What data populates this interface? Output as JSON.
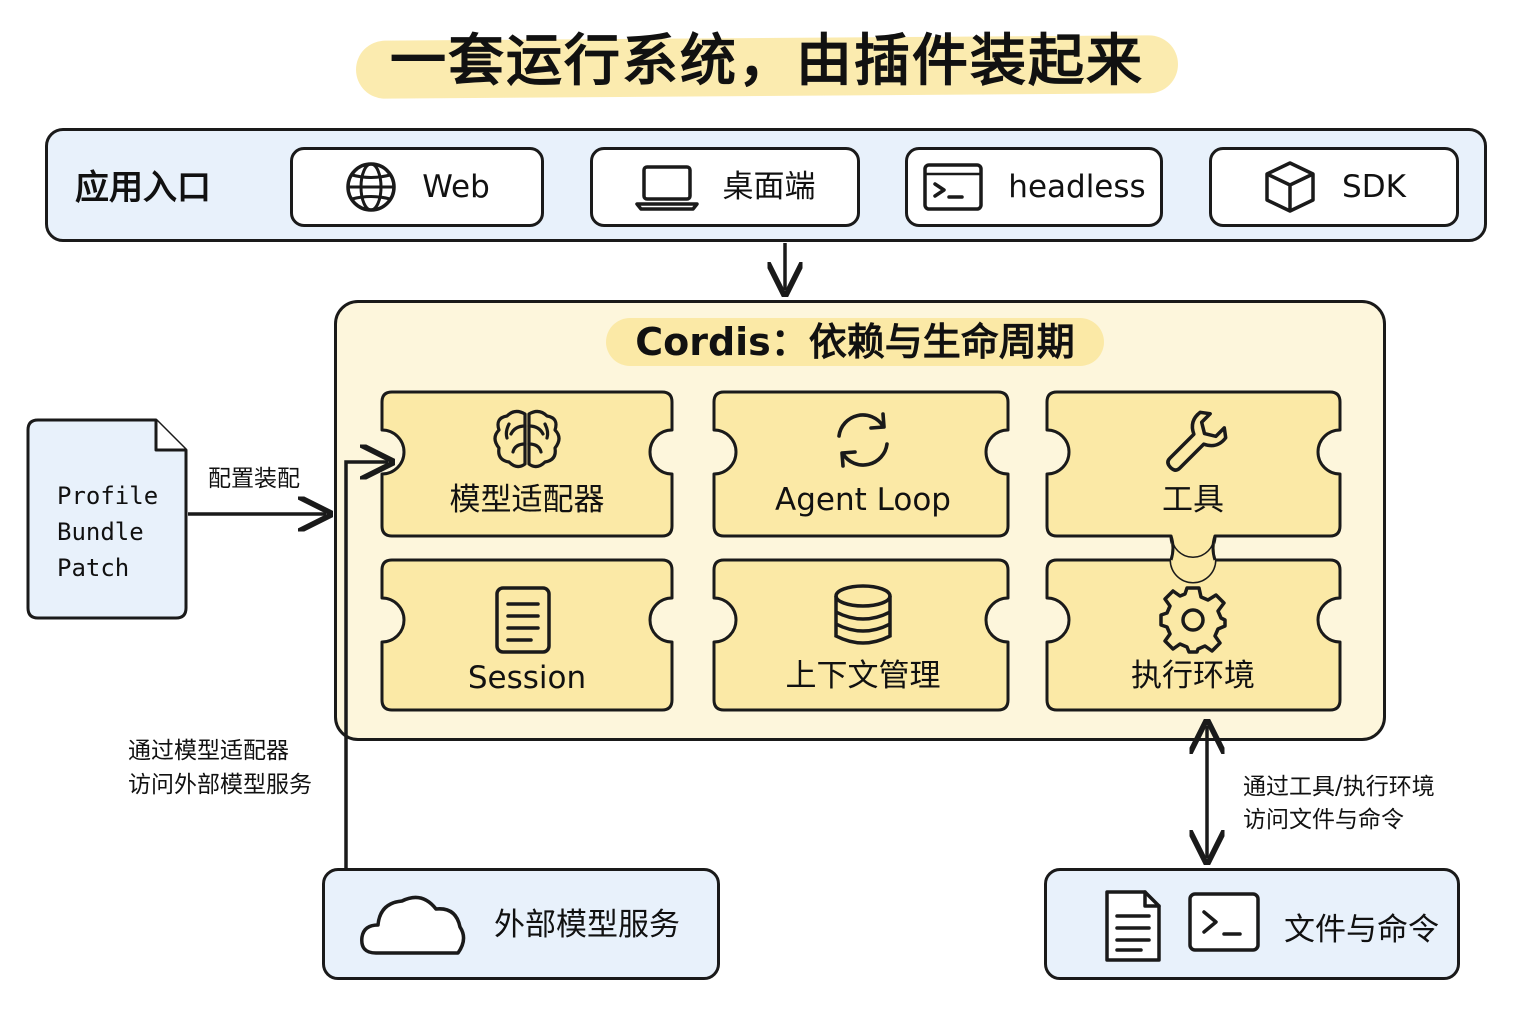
{
  "title": "一套运行系统，由插件装起来",
  "entry": {
    "label": "应用入口",
    "items": [
      {
        "label": "Web",
        "icon": "globe-icon"
      },
      {
        "label": "桌面端",
        "icon": "laptop-icon"
      },
      {
        "label": "headless",
        "icon": "terminal-icon"
      },
      {
        "label": "SDK",
        "icon": "cube-icon"
      }
    ]
  },
  "cordis": {
    "title": "Cordis：依赖与生命周期",
    "modules": [
      {
        "label": "模型适配器",
        "icon": "brain-icon"
      },
      {
        "label": "Agent Loop",
        "icon": "refresh-icon"
      },
      {
        "label": "工具",
        "icon": "wrench-icon"
      },
      {
        "label": "Session",
        "icon": "document-icon"
      },
      {
        "label": "上下文管理",
        "icon": "database-icon"
      },
      {
        "label": "执行环境",
        "icon": "gear-icon"
      }
    ]
  },
  "profile": {
    "lines": [
      "Profile",
      "Bundle",
      "Patch"
    ],
    "arrow_label": "配置装配"
  },
  "model_access": {
    "label_line1": "通过模型适配器",
    "label_line2": "访问外部模型服务"
  },
  "file_access": {
    "label_line1": "通过工具/执行环境",
    "label_line2": "访问文件与命令"
  },
  "external_models": {
    "label": "外部模型服务",
    "icon": "cloud-icon"
  },
  "files_commands": {
    "label": "文件与命令",
    "icons": [
      "file-icon",
      "terminal-icon"
    ]
  },
  "colors": {
    "blue_fill": "#e8f1fb",
    "yellow_panel": "#fdf6dc",
    "yellow_piece": "#fbe9a6",
    "highlight": "#fbe9a6",
    "stroke": "#1a1a1a"
  }
}
